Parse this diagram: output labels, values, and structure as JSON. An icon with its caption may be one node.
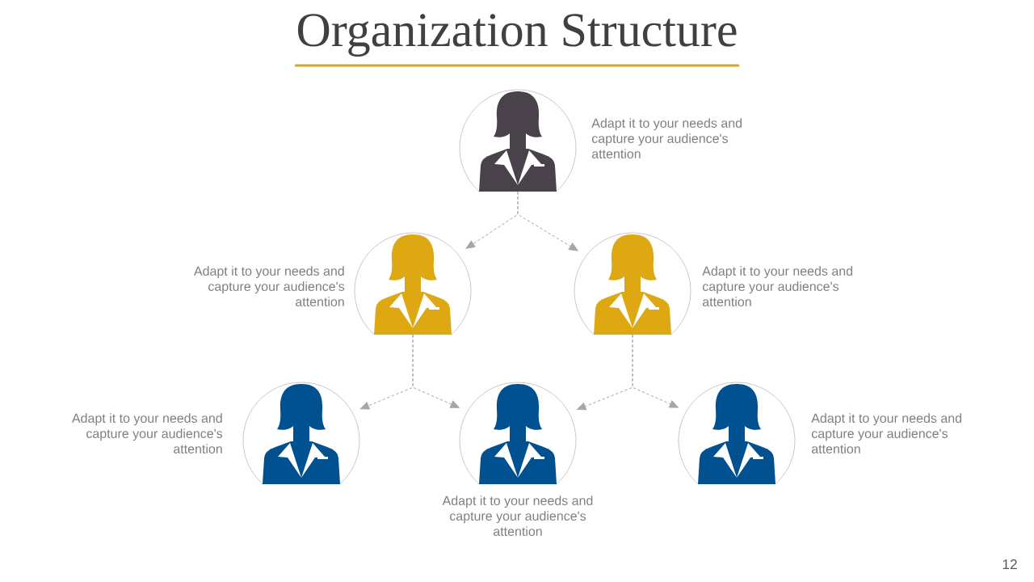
{
  "diagram": {
    "title": "Organization Structure",
    "nodes": [
      {
        "text": [],
        "shape": "person",
        "beside": [
          "Adapt it to your needs and capture your audience's attention"
        ]
      },
      {
        "text": [],
        "shape": "person",
        "beside": [
          "Adapt it to your needs and capture your audience's attention"
        ]
      },
      {
        "text": [],
        "shape": "person",
        "beside": [
          "Adapt it to your needs and capture your audience's attention"
        ]
      },
      {
        "text": [],
        "shape": "person",
        "beside": [
          "Adapt it to your needs and capture your audience's attention"
        ]
      },
      {
        "text": [],
        "shape": "person",
        "beside": [
          "Adapt it to your needs and capture your audience's attention"
        ]
      },
      {
        "text": [],
        "shape": "person",
        "beside": [
          "Adapt it to your needs and capture your audience's attention"
        ]
      }
    ],
    "edges": [
      {
        "from": 0,
        "to": 1,
        "arrow": "to",
        "style": "dashed"
      },
      {
        "from": 0,
        "to": 2,
        "arrow": "to",
        "style": "dashed"
      },
      {
        "from": 1,
        "to": 3,
        "arrow": "to",
        "style": "dashed"
      },
      {
        "from": 1,
        "to": 4,
        "arrow": "to",
        "style": "dashed"
      },
      {
        "from": 2,
        "to": 4,
        "arrow": "to",
        "style": "dashed"
      },
      {
        "from": 2,
        "to": 5,
        "arrow": "to",
        "style": "dashed"
      }
    ],
    "labels": [
      "12"
    ]
  }
}
